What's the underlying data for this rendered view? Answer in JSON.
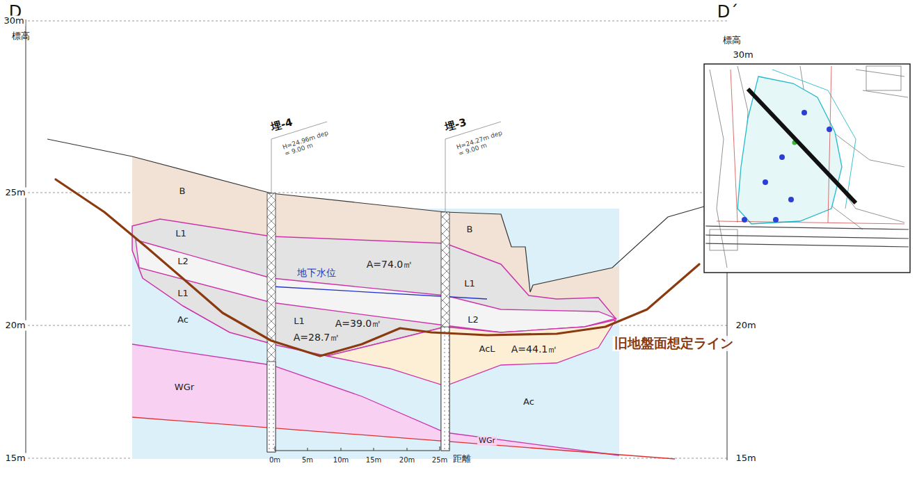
{
  "diagram": {
    "labels": [
      "D",
      "標高",
      "30m",
      "25m",
      "20m",
      "15m",
      "D´",
      "標高",
      "30m",
      "20m",
      "15m",
      "埋-4",
      "H=24.96m dep = 9.00 m",
      "埋-3",
      "H=24.27m dep = 9.00 m",
      "B",
      "L1",
      "L2",
      "L1",
      "Ac",
      "WGr",
      "地下水位",
      "A=74.0㎡",
      "A=39.0㎡",
      "L1",
      "A=28.7㎡",
      "B",
      "L1",
      "L2",
      "AcL",
      "A=44.1㎡",
      "Ac",
      "WGr",
      "旧地盤面想定ライン",
      "0m",
      "5m",
      "10m",
      "15m",
      "20m",
      "25m",
      "距離"
    ]
  }
}
